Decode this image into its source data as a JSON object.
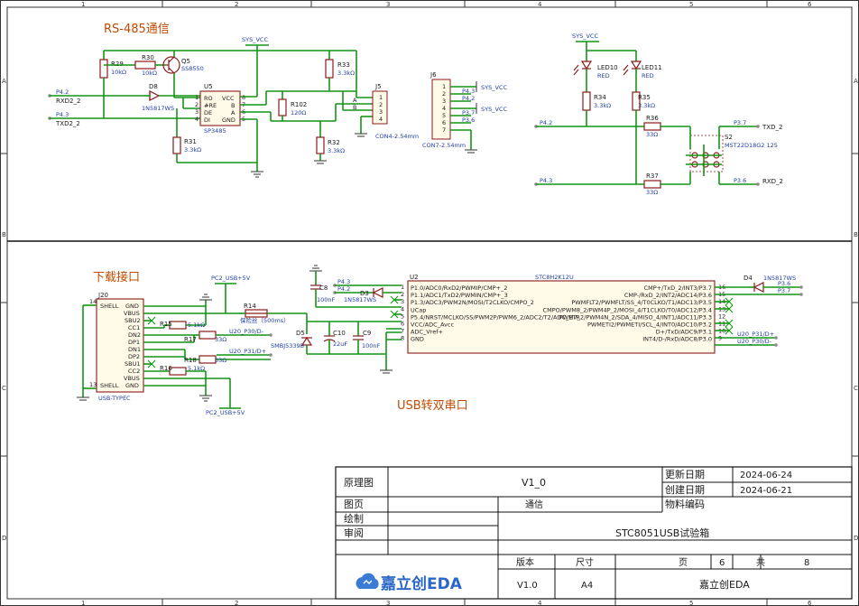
{
  "sections": {
    "rs485": "RS-485通信",
    "download": "下载接口",
    "usb_dual": "USB转双串口"
  },
  "border": {
    "cols": [
      "1",
      "2",
      "3",
      "4",
      "5",
      "6"
    ],
    "rows": [
      "A",
      "B",
      "C",
      "D"
    ]
  },
  "rs485": {
    "sys_vcc_top": "SYS_VCC",
    "nets": [
      "P4.2",
      "RXD2_2",
      "P4.3",
      "TXD2_2"
    ],
    "r29": {
      "ref": "R29",
      "val": "10kΩ"
    },
    "r30": {
      "ref": "R30",
      "val": "10kΩ"
    },
    "q5": {
      "ref": "Q5",
      "val": "SS8550"
    },
    "d8": {
      "ref": "D8",
      "val": "1N5817WS"
    },
    "u5": {
      "ref": "U5",
      "val": "SP3485",
      "pins_left": [
        "RO",
        "#RE",
        "DE",
        "DI"
      ],
      "pins_right": [
        "VCC",
        "B",
        "A",
        "GND"
      ],
      "pin_nums_left": [
        "1",
        "2",
        "3",
        "4"
      ],
      "pin_nums_right": [
        "8",
        "7",
        "6",
        "5"
      ]
    },
    "r31": {
      "ref": "R31",
      "val": "3.3kΩ"
    },
    "r102": {
      "ref": "R102",
      "val": "120Ω"
    },
    "r33": {
      "ref": "R33",
      "val": "3.3kΩ"
    },
    "r32": {
      "ref": "R32",
      "val": "3.3kΩ"
    },
    "j5": {
      "ref": "J5",
      "val": "CON4-2.54mm",
      "labels": [
        "A",
        "B"
      ],
      "pins": [
        "1",
        "2",
        "3",
        "4"
      ]
    },
    "j6": {
      "ref": "J6",
      "val": "CON7-2.54mm",
      "pins": [
        "1",
        "2",
        "3",
        "4",
        "5",
        "6",
        "7"
      ],
      "nets": [
        "P4.3",
        "P4.2",
        "P3.7",
        "P3.6"
      ],
      "vcc1": "SYS_VCC",
      "vcc2": "SYS_VCC"
    }
  },
  "led_area": {
    "sys_vcc": "SYS_VCC",
    "led10": {
      "ref": "LED10",
      "val": "RED"
    },
    "led11": {
      "ref": "LED11",
      "val": "RED"
    },
    "r34": {
      "ref": "R34",
      "val": "3.3kΩ"
    },
    "r35": {
      "ref": "R35",
      "val": "3.3kΩ"
    },
    "r36": {
      "ref": "R36",
      "val": "33Ω"
    },
    "r37": {
      "ref": "R37",
      "val": "33Ω"
    },
    "s2": {
      "ref": "S2",
      "val": "MST22D18G2 125"
    },
    "nets": [
      "P4.2",
      "P4.3",
      "P3.7",
      "P3.6"
    ],
    "txd": "TXD_2",
    "rxd": "RXD_2"
  },
  "download": {
    "j20": {
      "ref": "J20",
      "val": "USB-TYPEC",
      "pins": [
        "SHELL",
        "GND",
        "VBUS",
        "SBU2",
        "CC1",
        "DN2",
        "DP1",
        "DN1",
        "DP2",
        "SBU1",
        "CC2",
        "VBUS",
        "GND",
        "SHELL"
      ],
      "nums": [
        "14",
        "",
        "",
        "",
        "",
        "",
        "",
        "",
        "",
        "",
        "",
        "",
        "",
        "13"
      ]
    },
    "pc2_top": "PC2_USB+5V",
    "pc2_bot": "PC2_USB+5V",
    "r14": {
      "ref": "R14",
      "val": "保险丝（500ms）"
    },
    "r15": {
      "ref": "R15",
      "val": "5.1kΩ"
    },
    "r17": {
      "ref": "R17",
      "val": "33Ω"
    },
    "r18": {
      "ref": "R18",
      "val": "33Ω"
    },
    "r16": {
      "ref": "R16",
      "val": "5.1kΩ"
    },
    "u20a": "U20_P30/D-",
    "u20b": "U20_P31/D+",
    "d5": {
      "ref": "D5",
      "val": "SMBJ5339B"
    },
    "c8": {
      "ref": "C8",
      "val": "100nF"
    },
    "c10": {
      "ref": "C10",
      "val": "22uF"
    },
    "c9": {
      "ref": "C9",
      "val": "100nF"
    },
    "d3": {
      "ref": "D3",
      "val": "1N5817WS"
    },
    "nets_u2": [
      "P4.3",
      "P4.2"
    ]
  },
  "u2": {
    "ref": "U2",
    "val": "STC8H2K12U",
    "left": [
      "P1.0/ADC0/RxD2/PWMIP/CMP+_2",
      "P1.1/ADC1/TxD2/PWMIN/CMP+_3",
      "P1.3/ADC3/PWM2N/MOSI/T2CLKO/CMPO_2",
      "UCap",
      "P5.4/NRST/MCLKO/SS/PWM2P/PWM6_2/ADC2/T2/ADC_ETR",
      "VCC/ADC_Avcc",
      "ADC_Vref+",
      "GND"
    ],
    "left_nums": [
      "1",
      "2",
      "3",
      "4",
      "5",
      "6",
      "7",
      "8"
    ],
    "right": [
      "CMP+/TxD_2/INT3/P3.7",
      "CMP-/RxD_2/INT2/ADC14/P3.6",
      "PWMFLT2/PWMFLT/SS_4/T0CLKO/T1/ADC13/P3.5",
      "CMPO/PWM8_2/PWM4P_2/MOSI_4/T1CLKO/T0/ADC12/P3.4",
      "PWM7_2/PWM4N_2/SDA_4/MISO_4/INT1/ADC11/P3.3",
      "PWMETI2/PWMETI/SCL_4/INT0/ADC10/P3.2",
      "D+/TxD/ADC9/P3.1",
      "INT4/D-/RxD/ADC8/P3.0"
    ],
    "right_nums": [
      "16",
      "15",
      "14",
      "13",
      "12",
      "11",
      "10",
      "9"
    ],
    "d4": {
      "ref": "D4",
      "val": "1N5817WS"
    },
    "nets_r": [
      "P3.6",
      "P3.7",
      "U20_P31/D+",
      "U20_P30/D-"
    ]
  },
  "titleblock": {
    "sheet_label": "原理图",
    "sheet_val": "V1_0",
    "page_label": "图页",
    "page_val": "通信",
    "draw_label": "绘制",
    "review_label": "审阅",
    "update_label": "更新日期",
    "update_val": "2024-06-24",
    "create_label": "创建日期",
    "create_val": "2024-06-21",
    "material_label": "物料编码",
    "project": "STC8051USB试验箱",
    "version_label": "版本",
    "size_label": "尺寸",
    "page_no_label": "页",
    "page_no": "6",
    "total_label": "共",
    "total": "8",
    "version_val": "V1.0",
    "size_val": "A4",
    "company": "嘉立创EDA",
    "logo": "嘉立创EDA"
  }
}
